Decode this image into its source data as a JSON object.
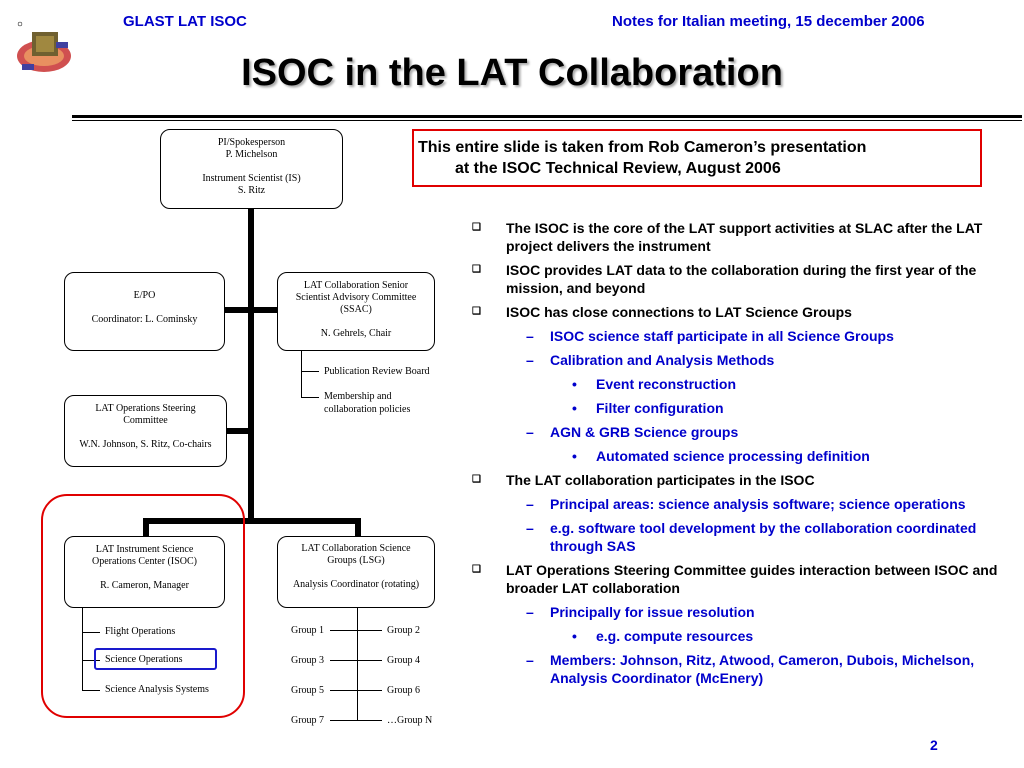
{
  "header": {
    "left": "GLAST LAT ISOC",
    "right": "Notes for Italian meeting, 15 december 2006"
  },
  "title": "ISOC in the LAT Collaboration",
  "note": {
    "line1": "This entire slide is taken from Rob Cameron’s presentation",
    "line2": "at the ISOC Technical Review, August 2006"
  },
  "org": {
    "pi": {
      "l1": "PI/Spokesperson",
      "l2": "P. Michelson",
      "l3": "Instrument Scientist (IS)",
      "l4": "S. Ritz"
    },
    "epo": {
      "l1": "E/PO",
      "l2": "Coordinator: L. Cominsky"
    },
    "ssac": {
      "l1": "LAT Collaboration Senior",
      "l2": "Scientist Advisory Committee",
      "l3": "(SSAC)",
      "l4": "N. Gehrels, Chair"
    },
    "ssac_sub": [
      "Publication Review Board",
      "Membership and",
      "collaboration policies"
    ],
    "losc": {
      "l1": "LAT Operations Steering",
      "l2": "Committee",
      "l3": "W.N. Johnson, S. Ritz, Co-chairs"
    },
    "isoc": {
      "l1": "LAT Instrument Science",
      "l2": "Operations Center (ISOC)",
      "l3": "R. Cameron, Manager"
    },
    "isoc_sub": [
      "Flight Operations",
      "Science Operations",
      "Science Analysis Systems"
    ],
    "lsg": {
      "l1": "LAT Collaboration Science",
      "l2": "Groups (LSG)",
      "l3": "Analysis Coordinator (rotating)"
    },
    "groups": [
      "Group 1",
      "Group 2",
      "Group 3",
      "Group 4",
      "Group 5",
      "Group 6",
      "Group 7",
      "…Group N"
    ]
  },
  "bullets": [
    {
      "level": 1,
      "text": "The ISOC is the core of the LAT support activities at SLAC after the LAT project delivers the instrument"
    },
    {
      "level": 1,
      "text": "ISOC provides LAT data to the collaboration during the first year of the mission, and beyond"
    },
    {
      "level": 1,
      "text": "ISOC has close connections to LAT Science Groups"
    },
    {
      "level": 2,
      "text": "ISOC science staff participate in all Science Groups"
    },
    {
      "level": 2,
      "text": "Calibration and Analysis Methods"
    },
    {
      "level": 3,
      "text": "Event reconstruction"
    },
    {
      "level": 3,
      "text": "Filter configuration"
    },
    {
      "level": 2,
      "text": "AGN & GRB Science groups"
    },
    {
      "level": 3,
      "text": "Automated science processing definition"
    },
    {
      "level": 1,
      "text": "The LAT collaboration participates in the ISOC"
    },
    {
      "level": 2,
      "text": "Principal areas: science analysis software; science operations"
    },
    {
      "level": 2,
      "text": "e.g. software tool development by the collaboration coordinated through SAS"
    },
    {
      "level": 1,
      "text": "LAT Operations Steering Committee guides interaction between ISOC and broader LAT collaboration"
    },
    {
      "level": 2,
      "text": "Principally for issue resolution"
    },
    {
      "level": 3,
      "text": "e.g. compute resources"
    },
    {
      "level": 2,
      "text": "Members: Johnson, Ritz, Atwood, Cameron, Dubois, Michelson, Analysis Coordinator (McEnery)"
    }
  ],
  "markers": {
    "level1": "❑",
    "level2": "–",
    "level3": "•"
  },
  "colors": {
    "accent": "#0000cc",
    "highlight": "#e00000"
  },
  "page_number": "2"
}
